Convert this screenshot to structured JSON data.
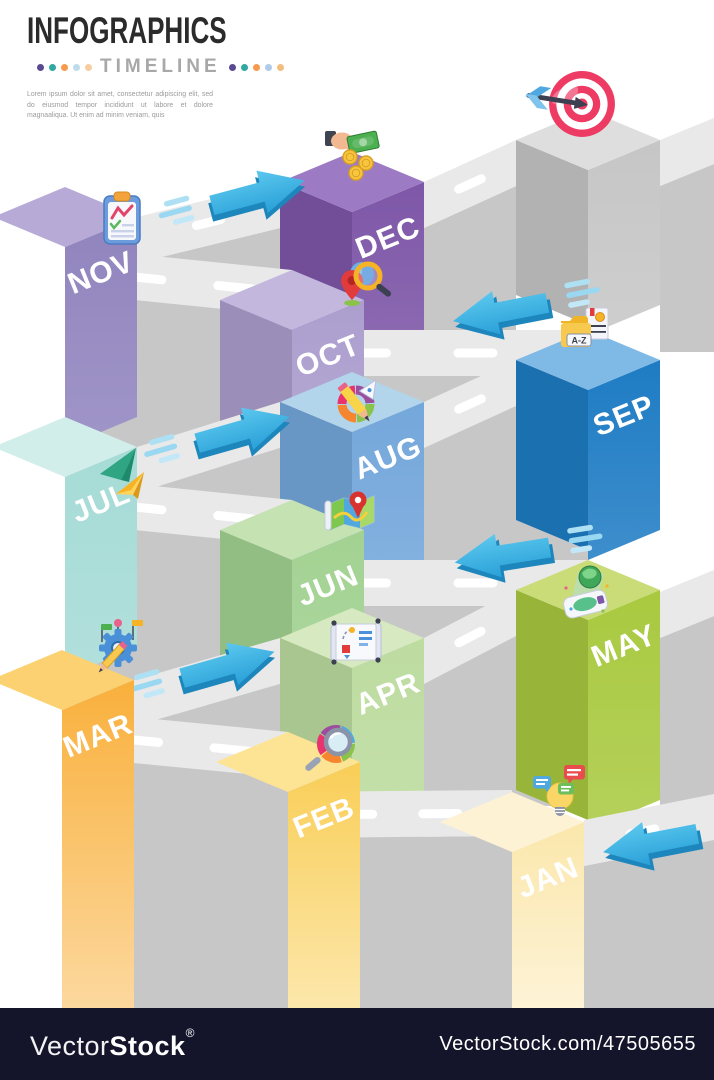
{
  "header": {
    "title": "INFOGRAPHICS",
    "subtitle": "TIMELINE",
    "lorem": "Lorem ipsum dolor sit amet, consectetur adipiscing elit, sed do eiusmod tempor incididunt ut labore et dolore magnaaliqua. Ut enim ad minim veniam, quis",
    "title_color": "#2b2b2b",
    "subtitle_color": "#a8a8a8",
    "dots_left": [
      "#5b4a91",
      "#2fa8a0",
      "#f59b4b",
      "#bfdcea",
      "#f6cd9f"
    ],
    "dots_right": [
      "#5b4a91",
      "#2fa8a0",
      "#f59b4b",
      "#afcbe8",
      "#f2be7e"
    ]
  },
  "timeline": {
    "label_color": "#ffffff",
    "months": [
      {
        "name": "JAN",
        "front": "#FBE7AC",
        "top": "#FDF2D4",
        "icon": "idea-bubbles-icon"
      },
      {
        "name": "FEB",
        "front": "#F9CE57",
        "top": "#FCE494",
        "icon": "color-search-icon"
      },
      {
        "name": "MAR",
        "front": "#F9B03C",
        "top": "#FCD171",
        "icon": "gear-tools-icon"
      },
      {
        "name": "APR",
        "front": "#BDDCA0",
        "top": "#D6E9C0",
        "icon": "plan-scroll-icon"
      },
      {
        "name": "MAY",
        "front": "#A9C940",
        "top": "#CADC78",
        "icon": "phone-globe-icon"
      },
      {
        "name": "JUN",
        "front": "#A2D292",
        "top": "#C5E2B3",
        "icon": "map-pin-icon"
      },
      {
        "name": "JUL",
        "front": "#A6DBD6",
        "top": "#D1EEEA",
        "icon": "paper-planes-icon"
      },
      {
        "name": "AUG",
        "front": "#74A7DB",
        "top": "#B3D5EC",
        "icon": "design-pencil-icon"
      },
      {
        "name": "SEP",
        "front": "#1E7CC4",
        "top": "#7FB9E6",
        "icon": "folder-az-icon"
      },
      {
        "name": "OCT",
        "front": "#AC9ECE",
        "top": "#C3B7DD",
        "icon": "location-search-icon"
      },
      {
        "name": "NOV",
        "front": "#9184BE",
        "top": "#B7AAD6",
        "icon": "report-clipboard-icon"
      },
      {
        "name": "DEC",
        "front": "#7E57A8",
        "top": "#9C7BC4",
        "icon": "money-hand-icon"
      }
    ]
  },
  "goal": {
    "icon": "target-icon",
    "pedestal_front": "#C6C6C6",
    "pedestal_top": "#DEDEDE"
  },
  "road": {
    "surface": "#E9E9E9",
    "dash": "#FFFFFF",
    "wall": "#C7C7C7"
  },
  "arrows": {
    "color": "#3FB3E3",
    "items": [
      {
        "name": "arrow-to-jan",
        "direction": "left"
      },
      {
        "name": "arrow-mar-apr",
        "direction": "right"
      },
      {
        "name": "arrow-may-jun",
        "direction": "left"
      },
      {
        "name": "arrow-jul-aug",
        "direction": "right"
      },
      {
        "name": "arrow-sep-oct",
        "direction": "left"
      },
      {
        "name": "arrow-nov-dec",
        "direction": "right"
      }
    ]
  },
  "watermark": {
    "brand_light": "Vector",
    "brand_bold": "Stock",
    "reg": "®",
    "url": "VectorStock.com/47505655",
    "bg": "#14142b"
  }
}
